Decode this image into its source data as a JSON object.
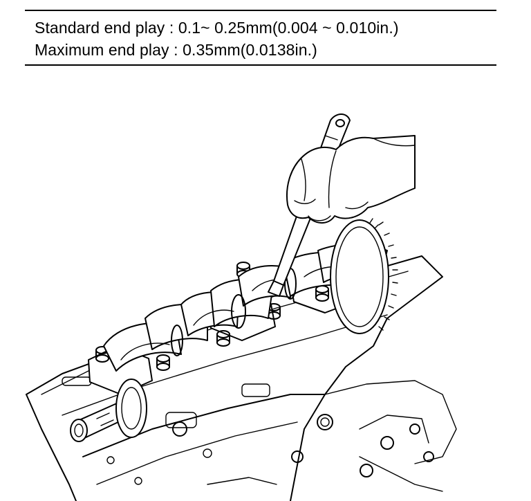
{
  "specification": {
    "standard_end_play": "Standard end play : 0.1~ 0.25mm(0.004 ~ 0.010in.)",
    "maximum_end_play": "Maximum end play :  0.35mm(0.0138in.)"
  },
  "illustration": {
    "icon": "crankshaft-end-play-measurement-illustration"
  }
}
